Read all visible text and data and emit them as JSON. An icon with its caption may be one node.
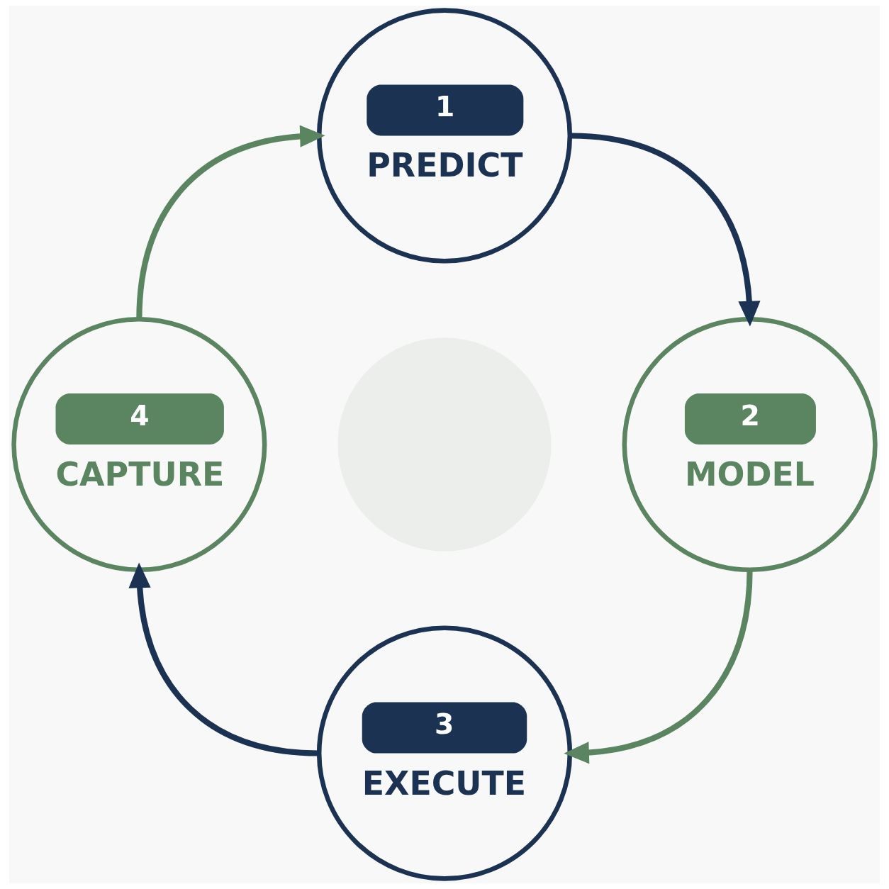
{
  "diagram": {
    "nodes": [
      {
        "text": [
          "1",
          "PREDICT"
        ]
      },
      {
        "text": [
          "2",
          "MODEL"
        ]
      },
      {
        "text": [
          "3",
          "EXECUTE"
        ]
      },
      {
        "text": [
          "4",
          "CAPTURE"
        ]
      },
      {
        "text": [],
        "shape": "circle"
      }
    ],
    "edges": [
      {
        "from": 0,
        "to": 1,
        "arrow": "to",
        "color": "#1b3252"
      },
      {
        "from": 1,
        "to": 2,
        "arrow": "to",
        "color": "#5b8560"
      },
      {
        "from": 2,
        "to": 3,
        "arrow": "to",
        "color": "#1b3252"
      },
      {
        "from": 3,
        "to": 0,
        "arrow": "to",
        "color": "#5b8560"
      }
    ]
  }
}
